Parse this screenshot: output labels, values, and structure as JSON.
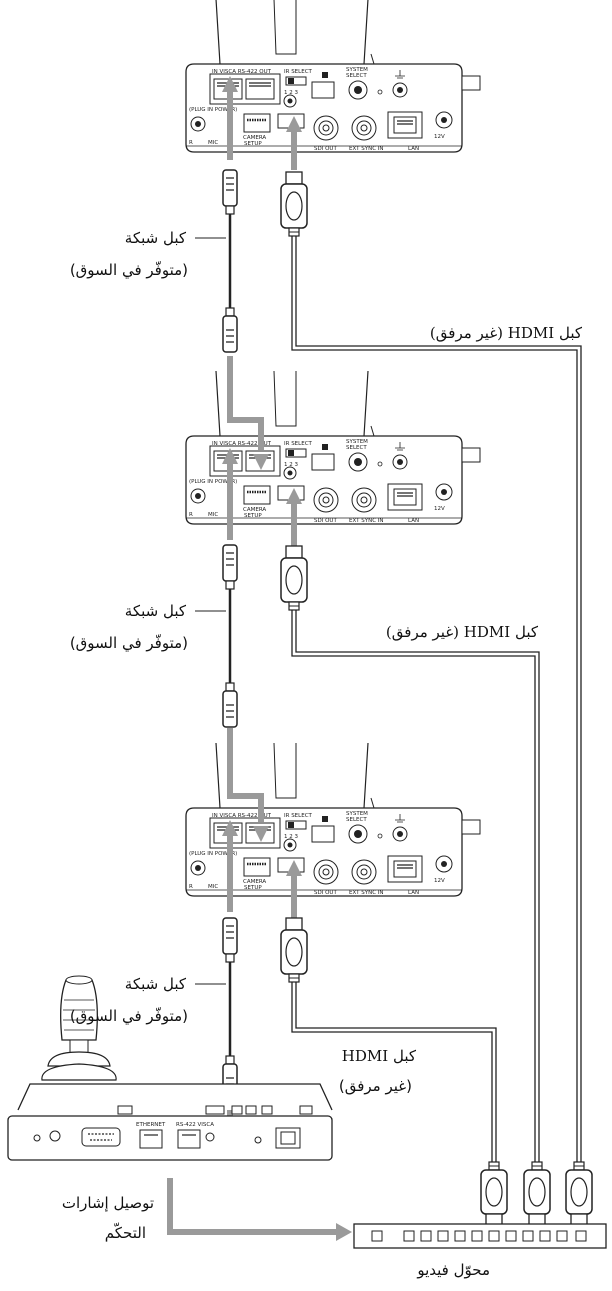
{
  "labels": {
    "network_cable": "كبل شبكة",
    "available_market": "(متوفّر في السوق)",
    "hdmi_cable": "كبل HDMI (غير مرفق)",
    "hdmi_cable_line1": "كبل HDMI",
    "not_supplied": "(غير مرفق)",
    "control_conn_line1": "توصيل إشارات",
    "control_conn_line2": "التحكّم",
    "video_switcher": "محوّل فيديو"
  },
  "camera_panel": {
    "in": "IN",
    "visca": "VISCA",
    "rs422": "RS-422",
    "out": "OUT",
    "ir_select": "IR SELECT",
    "ir_positions": "1  2  3",
    "system_select": "SYSTEM SELECT",
    "plug_in_power": "(PLUG IN POWER)",
    "mic": "MIC",
    "r": "R",
    "camera_setup": "CAMERA SETUP",
    "sdi_out": "SDI OUT",
    "ext_sync_in": "EXT SYNC IN",
    "lan": "LAN",
    "dc12v": "12V"
  },
  "controller_panel": {
    "ethernet": "ETHERNET",
    "rs422_visca": "RS-422 VISCA"
  }
}
